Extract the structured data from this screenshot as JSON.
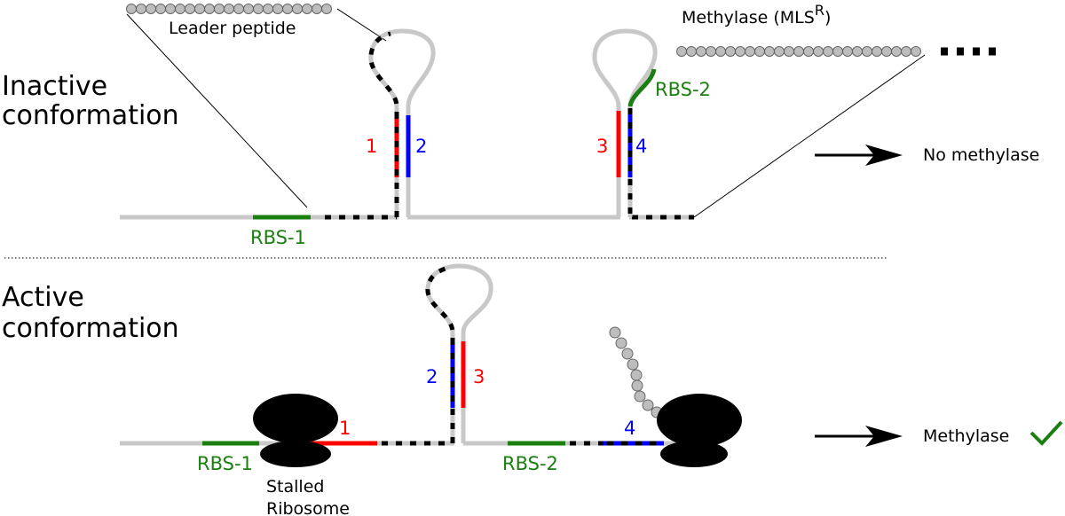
{
  "inactive": {
    "title_line1": "Inactive",
    "title_line2": "conformation",
    "leader_label": "Leader peptide",
    "methylase_label": "Methylase (MLS",
    "methylase_sup": "R",
    "methylase_close": ")",
    "rbs1": "RBS-1",
    "rbs2": "RBS-2",
    "seg1": "1",
    "seg2": "2",
    "seg3": "3",
    "seg4": "4",
    "outcome": "No methylase"
  },
  "active": {
    "title_line1": "Active",
    "title_line2": "conformation",
    "rbs1": "RBS-1",
    "rbs2": "RBS-2",
    "seg1": "1",
    "seg2": "2",
    "seg3": "3",
    "seg4": "4",
    "ribosome_line1": "Stalled",
    "ribosome_line2": "Ribosome",
    "outcome": "Methylase",
    "check_icon": "checkmark"
  },
  "colors": {
    "rbs": "#1a7f10",
    "red": "#ff0000",
    "blue": "#0000ff",
    "rna": "#c8c8c8"
  }
}
